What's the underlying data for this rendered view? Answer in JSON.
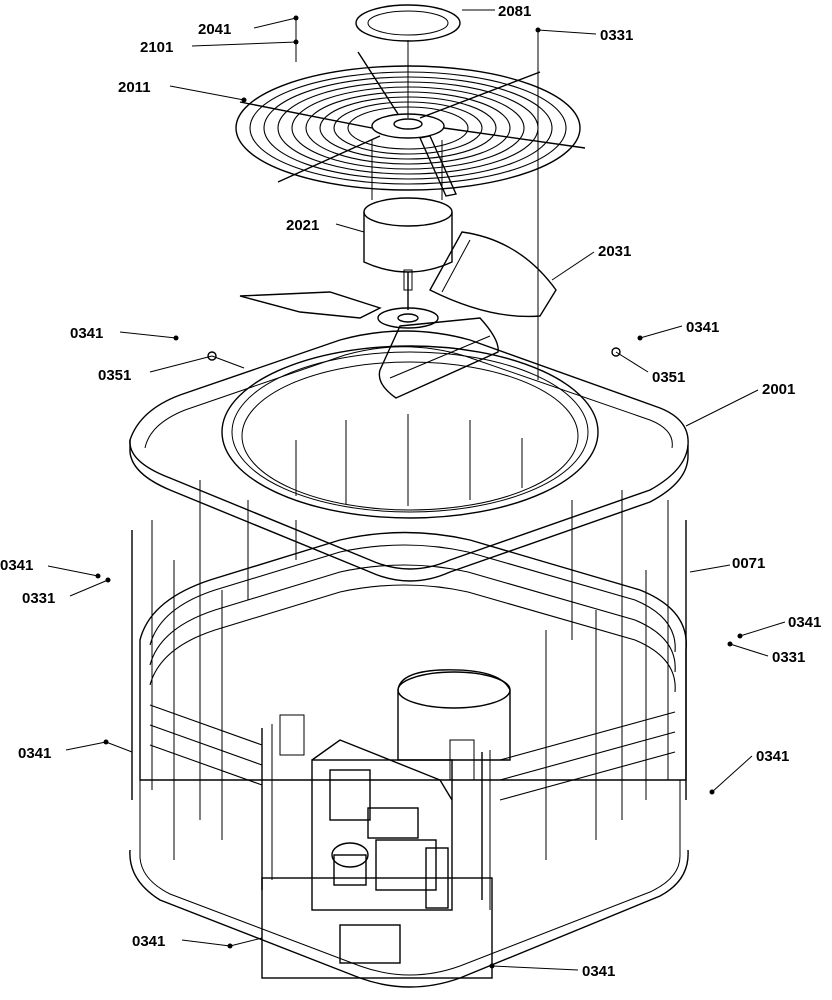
{
  "callouts": [
    {
      "id": "c2041",
      "text": "2041"
    },
    {
      "id": "c2081",
      "text": "2081"
    },
    {
      "id": "c2101",
      "text": "2101"
    },
    {
      "id": "c0331a",
      "text": "0331"
    },
    {
      "id": "c2011",
      "text": "2011"
    },
    {
      "id": "c2021",
      "text": "2021"
    },
    {
      "id": "c2031",
      "text": "2031"
    },
    {
      "id": "c0341a",
      "text": "0341"
    },
    {
      "id": "c0351a",
      "text": "0351"
    },
    {
      "id": "c0341b",
      "text": "0341"
    },
    {
      "id": "c0351b",
      "text": "0351"
    },
    {
      "id": "c2001",
      "text": "2001"
    },
    {
      "id": "c0341c",
      "text": "0341"
    },
    {
      "id": "c0331b",
      "text": "0331"
    },
    {
      "id": "c0071",
      "text": "0071"
    },
    {
      "id": "c0341d",
      "text": "0341"
    },
    {
      "id": "c0331c",
      "text": "0331"
    },
    {
      "id": "c0341e",
      "text": "0341"
    },
    {
      "id": "c0341f",
      "text": "0341"
    },
    {
      "id": "c0341g",
      "text": "0341"
    },
    {
      "id": "c0341h",
      "text": "0341"
    }
  ]
}
